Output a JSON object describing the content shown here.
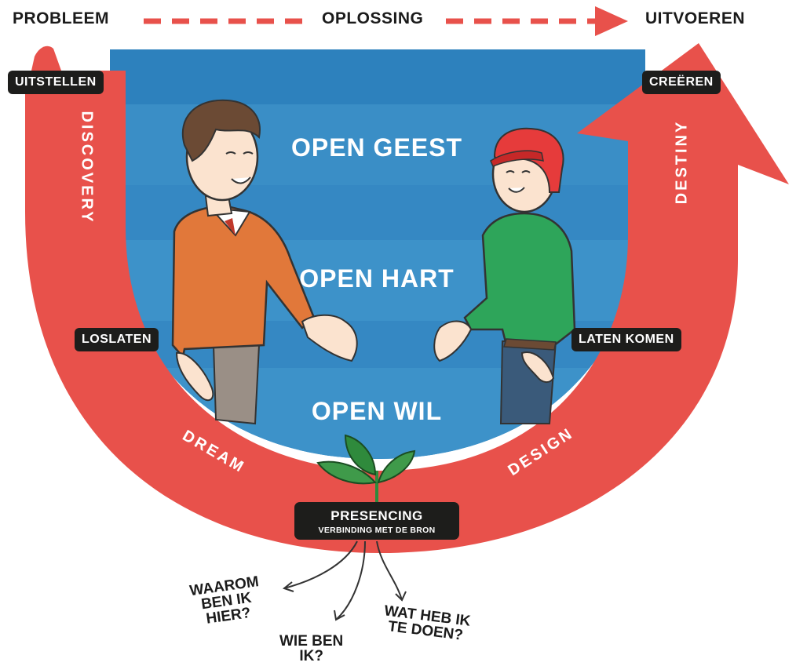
{
  "header": {
    "left": "PROBLEEM",
    "middle": "OPLOSSING",
    "right": "UITVOEREN"
  },
  "bands": [
    "OPEN GEEST",
    "OPEN HART",
    "OPEN WIL"
  ],
  "tags": {
    "top_left": "UITSTELLEN",
    "top_right": "CREËREN",
    "mid_left": "LOSLATEN",
    "mid_right": "LATEN KOMEN"
  },
  "phases": [
    "DISCOVERY",
    "DREAM",
    "DESIGN",
    "DESTINY"
  ],
  "presencing": {
    "title": "PRESENCING",
    "subtitle": "VERBINDING MET DE BRON"
  },
  "questions": {
    "q1": [
      "WAAROM",
      "BEN IK",
      "HIER?"
    ],
    "q2": [
      "WIE BEN",
      "IK?"
    ],
    "q3": [
      "WAT HEB IK",
      "TE DOEN?"
    ]
  },
  "colors": {
    "red": "#e8514b",
    "blue": "#3a8ec6",
    "dark": "#1d1d1b"
  }
}
